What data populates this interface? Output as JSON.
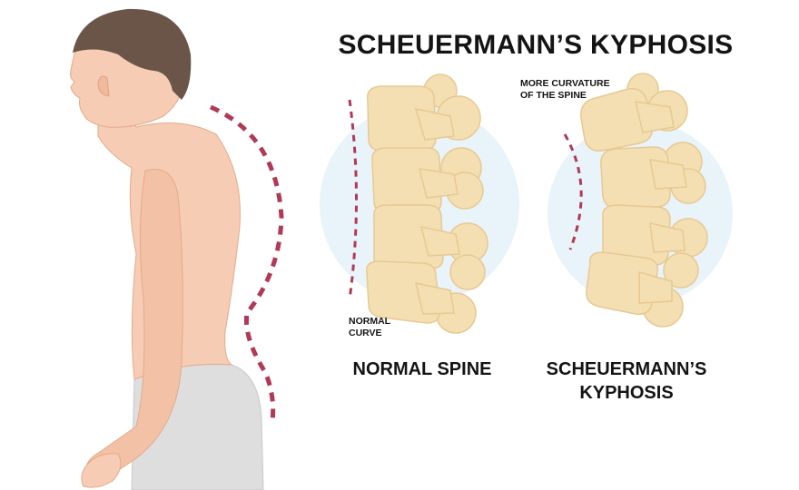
{
  "title": "SCHEUERMANN’S KYPHOSIS",
  "labels": {
    "more_curvature_line1": "MORE CURVATURE",
    "more_curvature_line2": "OF THE SPINE",
    "normal_curve_line1": "NORMAL",
    "normal_curve_line2": "CURVE"
  },
  "captions": {
    "normal_spine": "NORMAL SPINE",
    "kyphosis_line1": "SCHEUERMANN’S",
    "kyphosis_line2": "KYPHOSIS"
  },
  "colors": {
    "skin": "#f6cdb4",
    "hair": "#6b5548",
    "pants": "#dedede",
    "bone": "#f4dfb2",
    "bone_outline": "#e7c991",
    "halo": "#e9f3fa",
    "curve_line": "#b03a55"
  }
}
